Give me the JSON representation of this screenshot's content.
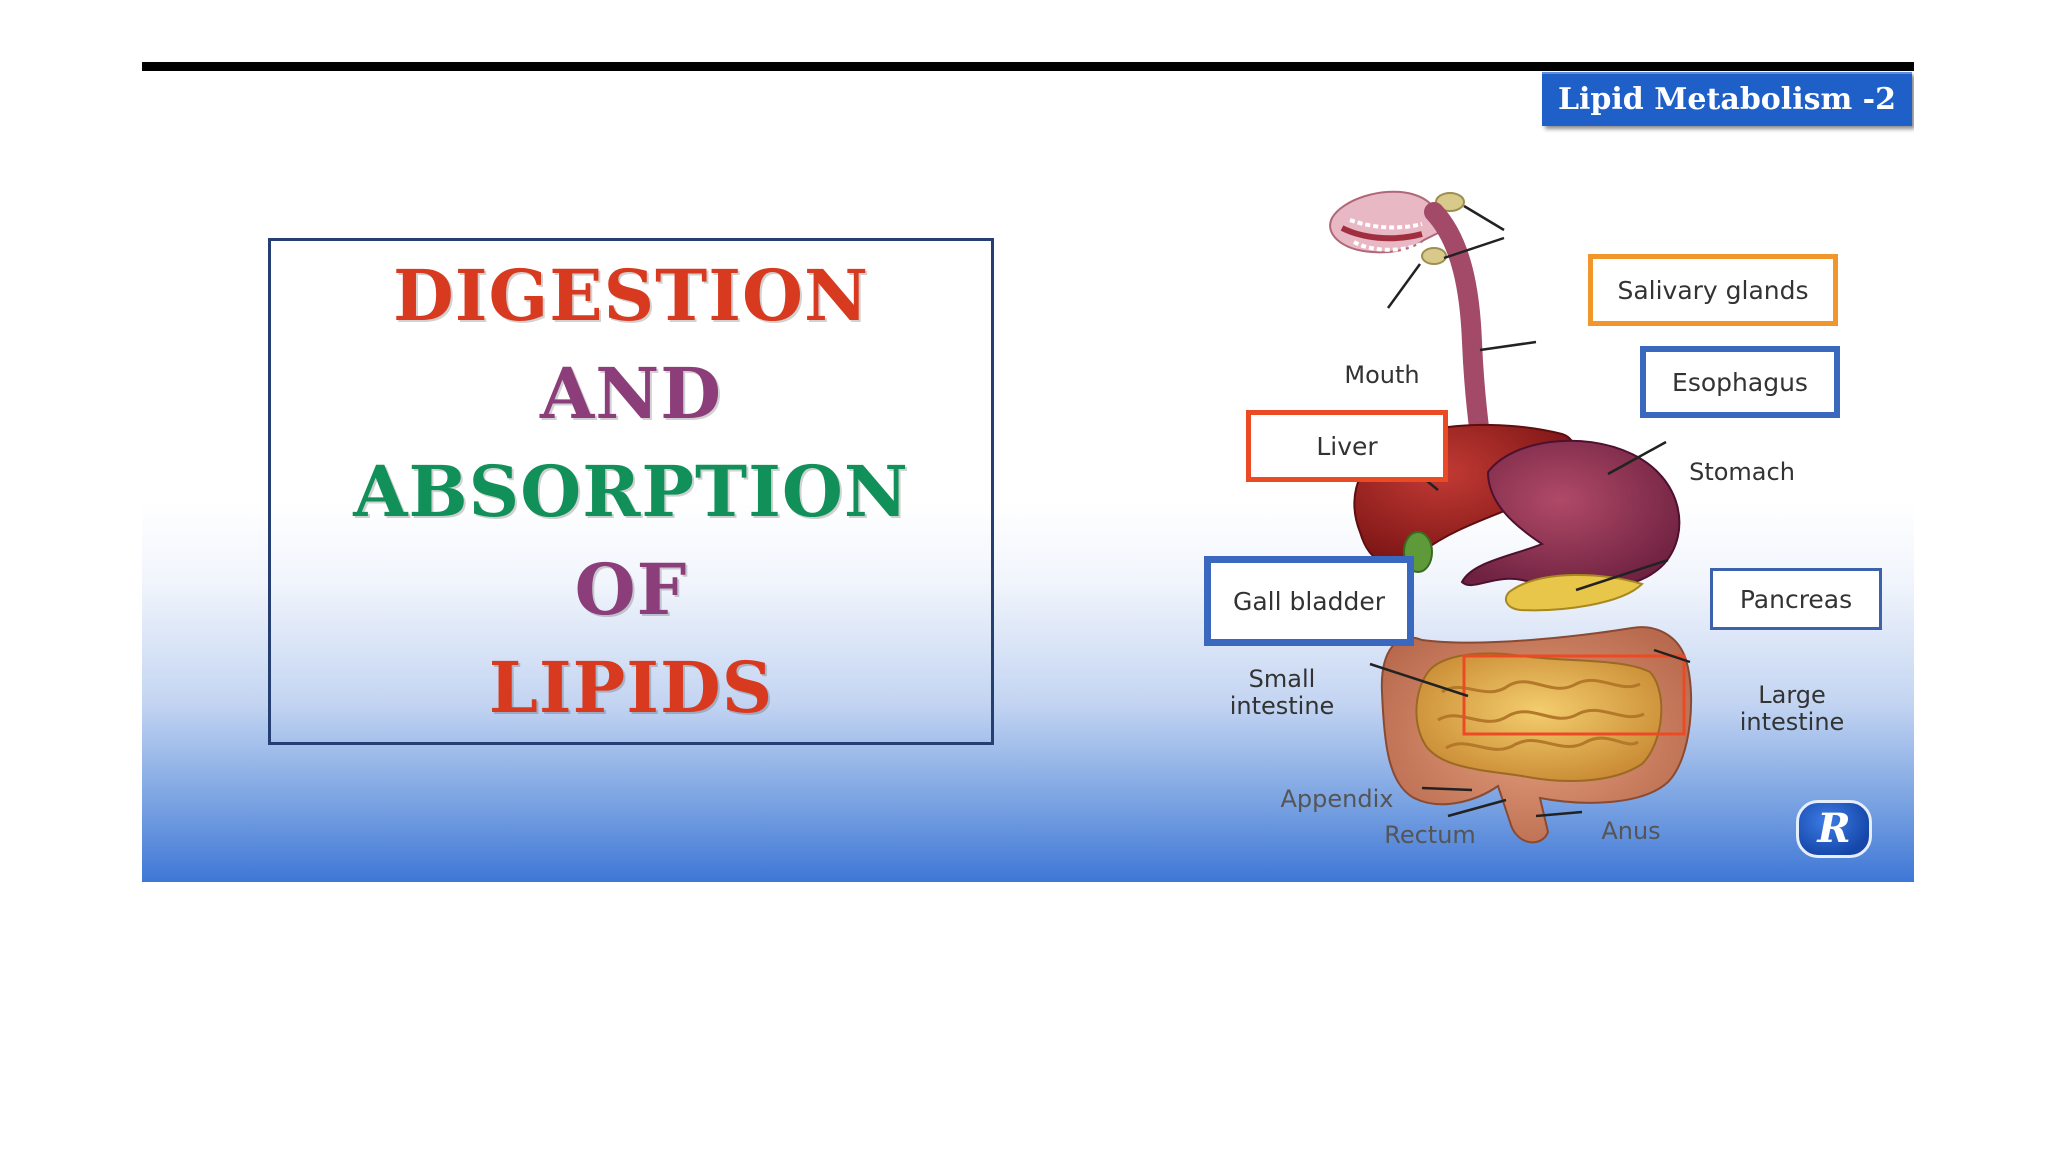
{
  "header": {
    "series_tag": "Lipid Metabolism -2"
  },
  "title": {
    "lines": [
      {
        "text": "DIGESTION",
        "color": "#d83a1f"
      },
      {
        "text": "AND",
        "color": "#8b3e7a"
      },
      {
        "text": "ABSORPTION",
        "color": "#12905a"
      },
      {
        "text": "OF",
        "color": "#8b3e7a"
      },
      {
        "text": "LIPIDS",
        "color": "#d83a1f"
      }
    ]
  },
  "diagram": {
    "labels": {
      "salivary_glands": "Salivary glands",
      "mouth": "Mouth",
      "esophagus": "Esophagus",
      "liver": "Liver",
      "stomach": "Stomach",
      "gall_bladder": "Gall bladder",
      "pancreas": "Pancreas",
      "small_intestine": "Small intestine",
      "large_intestine": "Large intestine",
      "appendix": "Appendix",
      "rectum": "Rectum",
      "anus": "Anus"
    },
    "highlight_colors": {
      "orange": "#f0962a",
      "blue": "#3a68bf",
      "red": "#ec4a24",
      "thin_blue": "#3d62ad"
    }
  },
  "logo": {
    "icon": "presenter-logo-icon",
    "glyph": "R"
  }
}
